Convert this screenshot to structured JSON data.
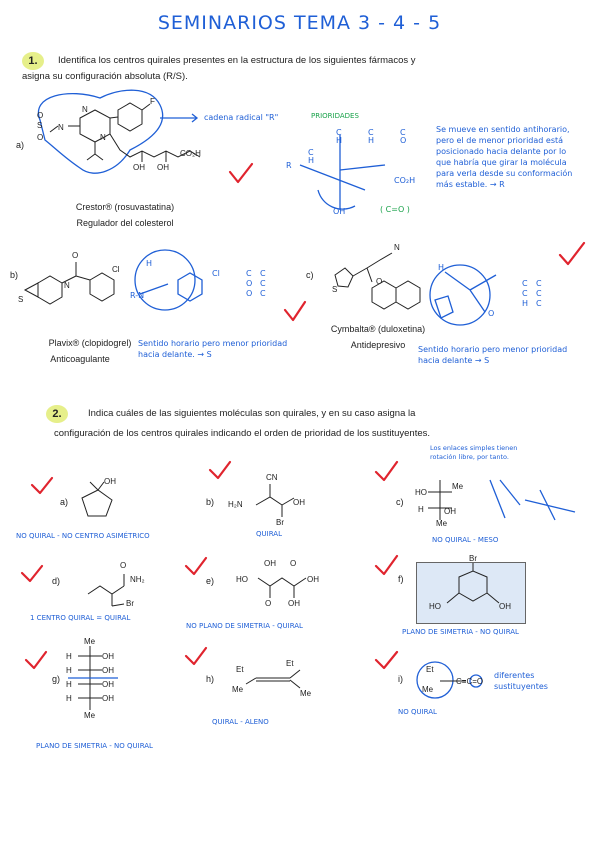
{
  "title": "SEMINARIOS TEMA 3 - 4 - 5",
  "q1": {
    "number": "1.",
    "text_line1": "Identifica los centros quirales presentes en la estructura de los siguientes fármacos y",
    "text_line2": "asigna su configuración absoluta (R/S).",
    "a": {
      "label": "a)",
      "drug_name": "Crestor® (rosuvastatina)",
      "drug_use": "Regulador del colesterol",
      "note_chain": "cadena radical \"R\"",
      "priorities_title": "PRIORIDADES",
      "explanation": [
        "Se mueve en sentido antihorario,",
        "pero el de menor prioridad está",
        "posicionado hacia delante por lo",
        "que habría que girar la molécula",
        "para verla desde su conformación",
        "más estable. → R"
      ],
      "eq": "( C=O )"
    },
    "b": {
      "label": "b)",
      "drug_name": "Plavix® (clopidogrel)",
      "drug_use": "Anticoagulante",
      "note": [
        "Sentido horario pero menor prioridad",
        "hacia delante. → S"
      ]
    },
    "c": {
      "label": "c)",
      "drug_name": "Cymbalta® (duloxetina)",
      "drug_use": "Antidepresivo",
      "note": [
        "Sentido horario pero menor prioridad",
        "hacia delante → S"
      ]
    }
  },
  "q2": {
    "number": "2.",
    "text_line1": "Indica cuáles de las siguientes moléculas son quirales, y en su caso asigna la",
    "text_line2": "configuración de los centros quirales indicando el orden de prioridad de los sustituyentes.",
    "note_c": [
      "Los enlaces simples tienen",
      "rotación libre, por tanto."
    ],
    "items": [
      {
        "label": "a)",
        "answer": "NO QUIRAL - NO CENTRO ASIMÉTRICO"
      },
      {
        "label": "b)",
        "answer": "QUIRAL"
      },
      {
        "label": "c)",
        "answer": "NO QUIRAL - MESO"
      },
      {
        "label": "d)",
        "answer": "1 CENTRO QUIRAL = QUIRAL"
      },
      {
        "label": "e)",
        "answer": "NO PLANO DE SIMETRIA - QUIRAL"
      },
      {
        "label": "f)",
        "answer": "PLANO DE SIMETRIA - NO QUIRAL"
      },
      {
        "label": "g)",
        "answer": "PLANO DE SIMETRIA - NO QUIRAL"
      },
      {
        "label": "h)",
        "answer": "QUIRAL - ALENO"
      },
      {
        "label": "i)",
        "answer": "NO QUIRAL",
        "note": [
          "diferentes",
          "sustituyentes"
        ]
      }
    ]
  },
  "colors": {
    "ink_blue": "#1f5fd6",
    "check_red": "#e0242e",
    "highlight": "#e6ef8a",
    "green": "#19a24a",
    "box_fill": "#dde8f6"
  }
}
